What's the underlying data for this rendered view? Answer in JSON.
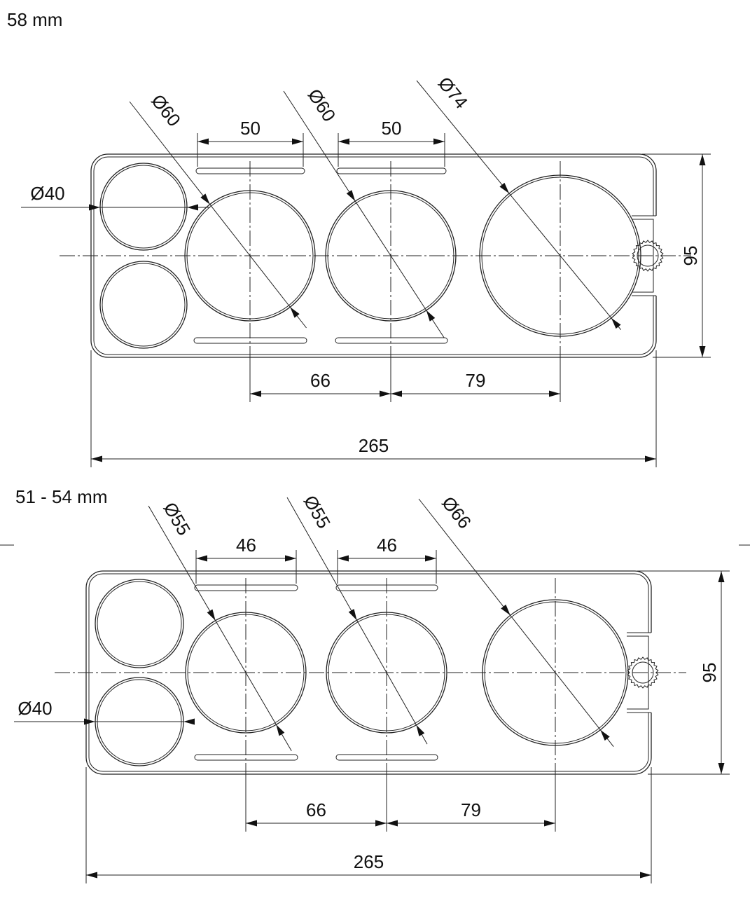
{
  "drawings": [
    {
      "title": "58 mm",
      "large_cup_dia": "Ø60",
      "large_cup_dia_2": "Ø60",
      "xl_cup_dia": "Ø74",
      "small_cup_dia": "Ø40",
      "slot_len_1": "50",
      "slot_len_2": "50",
      "spacing_1": "66",
      "spacing_2": "79",
      "overall_length": "265",
      "overall_width": "95"
    },
    {
      "title": "51 - 54 mm",
      "large_cup_dia": "Ø55",
      "large_cup_dia_2": "Ø55",
      "xl_cup_dia": "Ø66",
      "small_cup_dia": "Ø40",
      "slot_len_1": "46",
      "slot_len_2": "46",
      "spacing_1": "66",
      "spacing_2": "79",
      "overall_length": "265",
      "overall_width": "95"
    }
  ]
}
